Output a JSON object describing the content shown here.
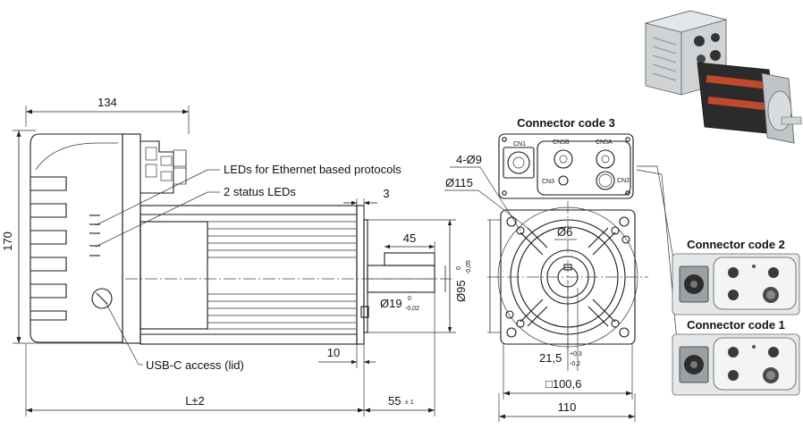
{
  "dimensions": {
    "d134": "134",
    "d170": "170",
    "d3": "3",
    "d45": "45",
    "d95_main": "Ø95",
    "d95_tol_upper": "0",
    "d95_tol_lower": "-0,05",
    "d19_main": "Ø19",
    "d19_tol_upper": "0",
    "d19_tol_lower": "-0,02",
    "d10": "10",
    "l_total": "L±2",
    "d55_main": "55",
    "d55_tol": "± 1",
    "holes": "4-Ø9",
    "d115": "Ø115",
    "d6": "Ø6",
    "d21_main": "21,5",
    "d21_tol_upper": "+0,3",
    "d21_tol_lower": "-0,2",
    "square": "□100,6",
    "d110": "110"
  },
  "labels": {
    "led_ethernet": "LEDs for Ethernet based protocols",
    "status_leds": "2 status LEDs",
    "usbc": "USB-C access (lid)"
  },
  "connector_codes": {
    "code3_title": "Connector code 3",
    "code2_title": "Connector code 2",
    "code1_title": "Connector code 1",
    "cn1": "CN1",
    "cn5b": "CN5B",
    "cn5a": "CN5A",
    "cn3": "CN3",
    "cn2": "CN2"
  }
}
